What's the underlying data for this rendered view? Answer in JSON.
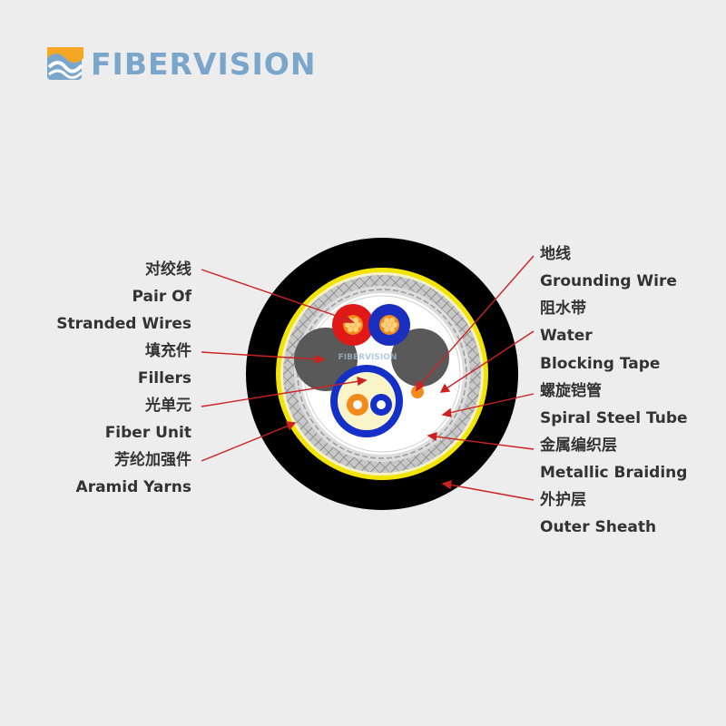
{
  "logo": {
    "text": "FIBERVISION",
    "watermark": "FIBERVISION"
  },
  "colors": {
    "background": "#ededed",
    "logo_text": "#7aa6cc",
    "logo_orange": "#f5a623",
    "leader_line": "#cc2222",
    "outer_sheath": "#000000",
    "water_tape": "#f2e400",
    "filler": "#555555",
    "fiber_tube": "#1530c8",
    "wire_red": "#e01818",
    "wire_orange": "#f28a1c",
    "fiber_core": "#faf5c8"
  },
  "labels_left": [
    {
      "zh": "对绞线",
      "en_lines": [
        "Pair Of",
        "Stranded Wires"
      ]
    },
    {
      "zh": "填充件",
      "en_lines": [
        "Fillers"
      ]
    },
    {
      "zh": "光单元",
      "en_lines": [
        "Fiber Unit"
      ]
    },
    {
      "zh": "芳纶加强件",
      "en_lines": [
        "Aramid Yarns"
      ]
    }
  ],
  "labels_right": [
    {
      "zh": "地线",
      "en_lines": [
        "Grounding Wire"
      ]
    },
    {
      "zh": "阻水带",
      "en_lines": [
        "Water",
        "Blocking Tape"
      ]
    },
    {
      "zh": "螺旋铠管",
      "en_lines": [
        "Spiral Steel Tube"
      ]
    },
    {
      "zh": "金属编织层",
      "en_lines": [
        "Metallic Braiding"
      ]
    },
    {
      "zh": "外护层",
      "en_lines": [
        "Outer Sheath"
      ]
    }
  ]
}
